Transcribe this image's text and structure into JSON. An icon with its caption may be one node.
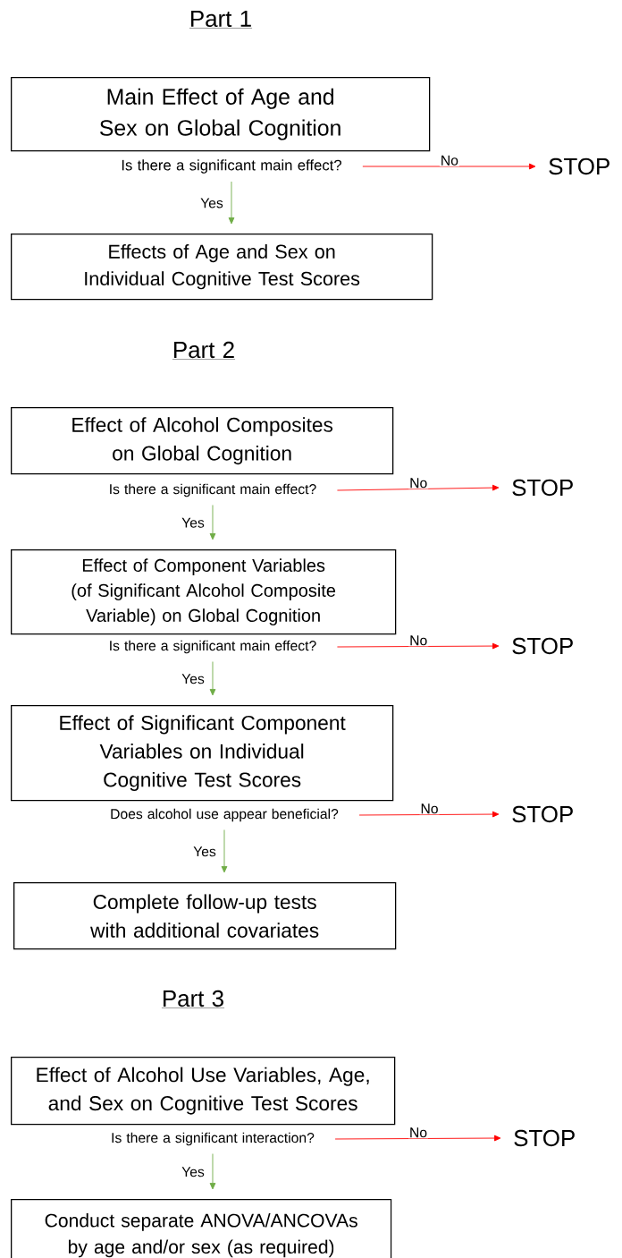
{
  "diagram": {
    "nodes": [
      {
        "text": [
          "Main Effect of Age and Sex on Global Cognition"
        ]
      },
      {
        "text": [
          "Is there a significant main effect?"
        ]
      },
      {
        "text": [
          "STOP"
        ]
      },
      {
        "text": [
          "Effects of Age and Sex on Individual Cognitive Test Scores"
        ]
      },
      {
        "text": [
          "Effect of Alcohol Composites on Global Cognition"
        ]
      },
      {
        "text": [
          "Is there a significant main effect?"
        ]
      },
      {
        "text": [
          "STOP"
        ]
      },
      {
        "text": [
          "Effect of Component Variables (of Significant Alcohol Composite Variable) on Global Cognition"
        ]
      },
      {
        "text": [
          "Is there a significant main effect?"
        ]
      },
      {
        "text": [
          "STOP"
        ]
      },
      {
        "text": [
          "Effect of Significant Component Variables on Individual Cognitive Test Scores"
        ]
      },
      {
        "text": [
          "Does alcohol use appear beneficial?"
        ]
      },
      {
        "text": [
          "STOP"
        ]
      },
      {
        "text": [
          "Complete follow-up tests with additional covariates"
        ]
      },
      {
        "text": [
          "Effect of Alcohol Use Variables, Age, and Sex on Cognitive Test Scores"
        ]
      },
      {
        "text": [
          "Is there a significant interaction?"
        ]
      },
      {
        "text": [
          "STOP"
        ]
      },
      {
        "text": [
          "Conduct separate ANOVA/ANCOVAs by age and/or sex (as required)"
        ]
      }
    ],
    "edges": [
      {
        "from": 1,
        "to": 2,
        "arrow": "to",
        "label": "No",
        "color": "#ff0000"
      },
      {
        "from": 1,
        "to": 3,
        "arrow": "to",
        "label": "Yes",
        "color": "#70ad47"
      },
      {
        "from": 5,
        "to": 6,
        "arrow": "to",
        "label": "No",
        "color": "#ff0000"
      },
      {
        "from": 5,
        "to": 7,
        "arrow": "to",
        "label": "Yes",
        "color": "#70ad47"
      },
      {
        "from": 8,
        "to": 9,
        "arrow": "to",
        "label": "No",
        "color": "#ff0000"
      },
      {
        "from": 8,
        "to": 10,
        "arrow": "to",
        "label": "Yes",
        "color": "#70ad47"
      },
      {
        "from": 11,
        "to": 12,
        "arrow": "to",
        "label": "No",
        "color": "#ff0000"
      },
      {
        "from": 11,
        "to": 13,
        "arrow": "to",
        "label": "Yes",
        "color": "#70ad47"
      },
      {
        "from": 15,
        "to": 16,
        "arrow": "to",
        "label": "No",
        "color": "#ff0000"
      },
      {
        "from": 15,
        "to": 17,
        "arrow": "to",
        "label": "Yes",
        "color": "#70ad47"
      }
    ],
    "labels": [
      "Part 1",
      "Part 2",
      "Part 3"
    ]
  }
}
